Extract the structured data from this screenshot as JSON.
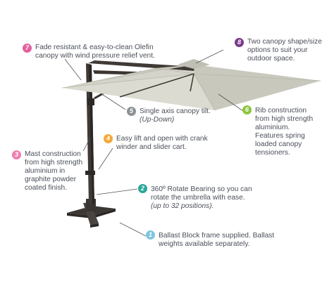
{
  "colors": {
    "badge_1": "#7fc6e0",
    "badge_2": "#2aa79a",
    "badge_3": "#f07fb1",
    "badge_4": "#f4a93a",
    "badge_5": "#8c9196",
    "badge_6": "#8cc63f",
    "badge_7": "#e5609e",
    "badge_8": "#7b3a8c",
    "canopy": "#cfcec4",
    "frame": "#3f3a36",
    "leader": "#555555"
  },
  "callouts": [
    {
      "num": "1",
      "lines": [
        "Ballast Block frame supplied. Ballast",
        "weights available separately."
      ]
    },
    {
      "num": "2",
      "lines": [
        "360º Rotate Bearing so you can",
        "rotate the umbrella with ease."
      ],
      "italic_line": "(up to 32 positions)."
    },
    {
      "num": "3",
      "lines": [
        "Mast construction",
        "from high strength",
        "aluminium in",
        "graphite powder",
        "coated finish."
      ]
    },
    {
      "num": "4",
      "lines": [
        "Easy lift and open with crank",
        "winder and slider cart."
      ]
    },
    {
      "num": "5",
      "lines": [
        "Single axis canopy tilt."
      ],
      "italic_line": "(Up-Down)"
    },
    {
      "num": "6",
      "lines": [
        "Rib construction",
        "from high strength",
        "aluminium.",
        "Features spring",
        "loaded canopy",
        "tensioners."
      ]
    },
    {
      "num": "7",
      "lines": [
        "Fade resistant & easy-to-clean Olefin",
        "canopy with wind pressure relief vent."
      ]
    },
    {
      "num": "8",
      "lines": [
        "Two canopy shape/size",
        "options to suit your",
        "outdoor space."
      ]
    }
  ]
}
